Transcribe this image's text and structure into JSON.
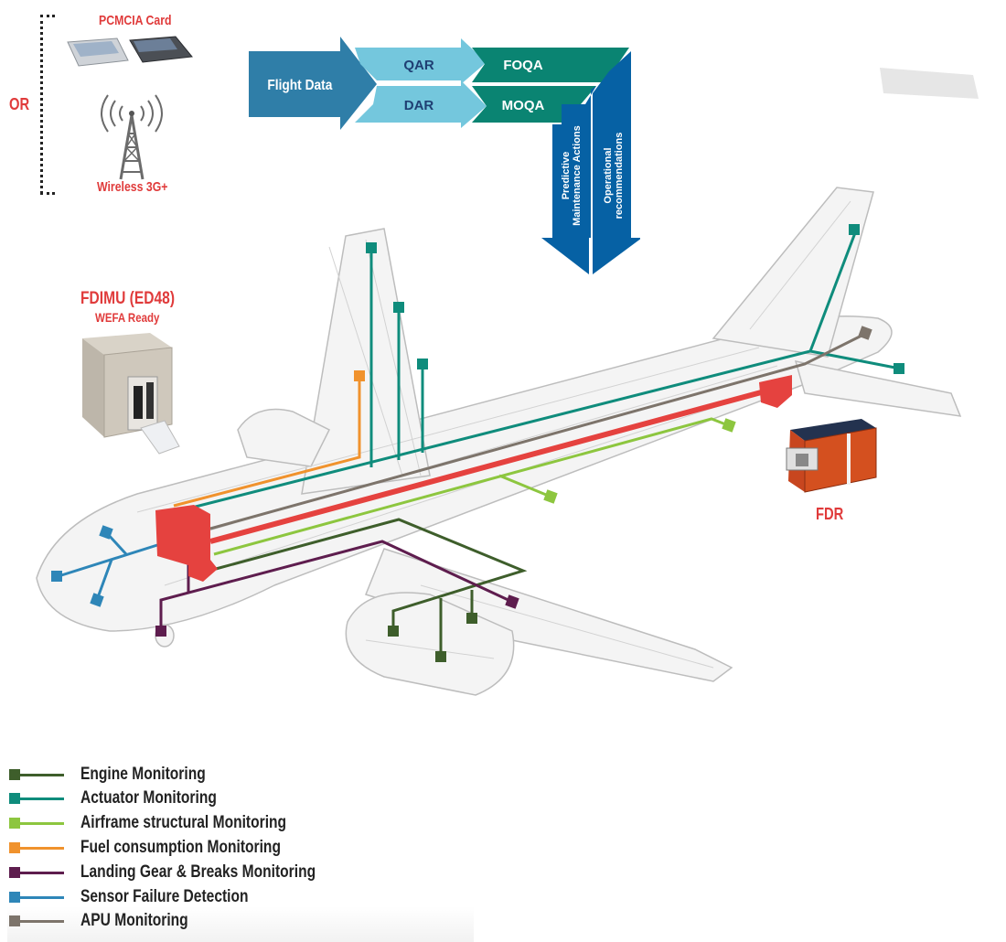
{
  "source_options": {
    "or_label": "OR",
    "pcmcia_label": "PCMCIA Card",
    "wireless_label": "Wireless 3G+"
  },
  "flow": {
    "flight_data": "Flight Data",
    "qar": "QAR",
    "dar": "DAR",
    "foqa": "FOQA",
    "moqa": "MOQA",
    "predictive_line1": "Predictive",
    "predictive_line2": "Maintenance Actions",
    "operational_line1": "Operational",
    "operational_line2": "recommendations"
  },
  "devices": {
    "fdimu_title": "FDIMU (ED48)",
    "fdimu_subtitle": "WEFA Ready",
    "fdr_label": "FDR"
  },
  "colors": {
    "flight_data": "#2f7ea8",
    "qar_dar": "#74c7dd",
    "foqa_moqa": "#0a8472",
    "output_arrows": "#0661a4",
    "recorder": "#e5423f",
    "label_red": "#e03b3b"
  },
  "legend": [
    {
      "label": "Engine Monitoring",
      "color": "#3e5e2b"
    },
    {
      "label": "Actuator Monitoring",
      "color": "#0f8c7c"
    },
    {
      "label": "Airframe structural Monitoring",
      "color": "#8dc63f"
    },
    {
      "label": "Fuel consumption Monitoring",
      "color": "#f0922d"
    },
    {
      "label": "Landing Gear & Breaks Monitoring",
      "color": "#5e1d4e"
    },
    {
      "label": "Sensor Failure Detection",
      "color": "#2e86b8"
    },
    {
      "label": "APU Monitoring",
      "color": "#7d746b"
    }
  ]
}
